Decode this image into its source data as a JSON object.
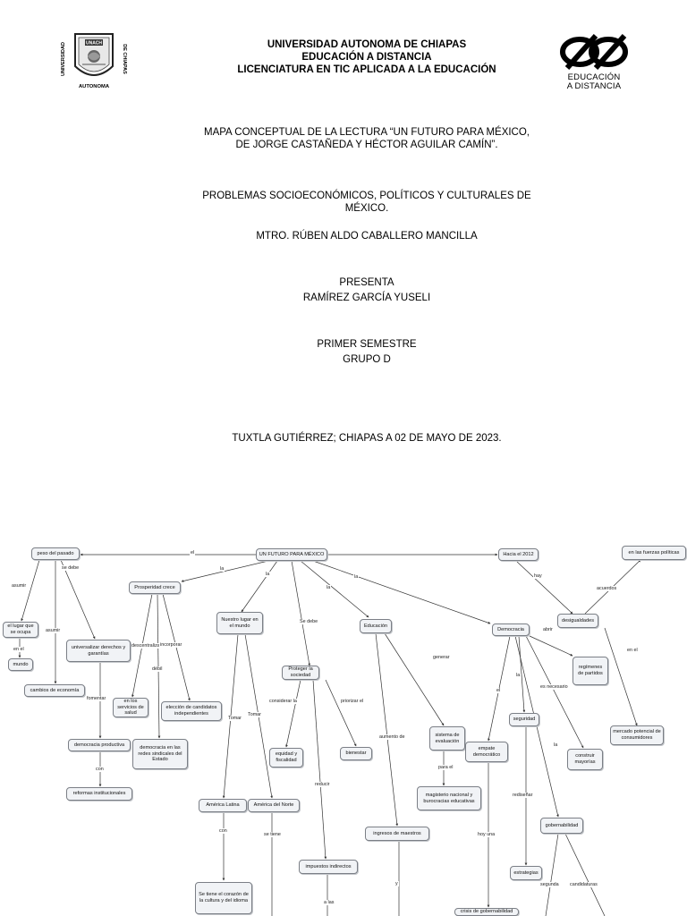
{
  "header": {
    "university_line": "UNIVERSIDAD AUTONOMA DE CHIAPAS",
    "modality_line": "EDUCACIÓN A DISTANCIA",
    "program_line": "LICENCIATURA EN TIC APLICADA A LA EDUCACIÓN",
    "logo_left": {
      "top_text": "UNIVERSIDAD",
      "right_text": "DE CHIAPAS",
      "bottom_text": "AUTONOMA",
      "badge": "UNACH"
    },
    "logo_right": {
      "line1": "EDUCACIÓN",
      "line2": "A DISTANCIA"
    }
  },
  "title": {
    "line1": "MAPA CONCEPTUAL DE LA LECTURA “UN FUTURO PARA MÉXICO,",
    "line2": "DE JORGE CASTAÑEDA Y HÉCTOR AGUILAR CAMÍN”."
  },
  "course": {
    "line1": "PROBLEMAS SOCIOECONÓMICOS, POLÍTICOS Y CULTURALES DE",
    "line2": "MÉXICO."
  },
  "teacher": "MTRO. RÚBEN ALDO CABALLERO MANCILLA",
  "presents": {
    "label": "PRESENTA",
    "name": "RAMÍREZ GARCÍA YUSELI"
  },
  "semester": {
    "line1": "PRIMER SEMESTRE",
    "line2": "GRUPO D"
  },
  "place_date": "TUXTLA GUTIÉRREZ; CHIAPAS A 02 DE MAYO DE 2023.",
  "map": {
    "nodes": {
      "root": "UN FUTURO PARA MÉXICO",
      "peso": "peso del pasado",
      "hacia2012": "Hacia el 2012",
      "fuerzas": "en las fuerzas políticas",
      "prosperidad": "Prosperidad crece",
      "lugar_mundo": "Nuestro lugar en el mundo",
      "educacion": "Educación",
      "democracia": "Democracia",
      "desigualdades": "desigualdades",
      "el_lugar": "el lugar que se ocupa",
      "mundo": "mundo",
      "universalizar": "universalizar derechos y garantías",
      "cambios": "cambios de economía",
      "servicios": "en los servicios de salud",
      "eleccion": "elección de candidatos independientes",
      "proteger": "Proteger la sociedad",
      "regimenes": "regímenes de partidos",
      "mercado": "mercado potencial de consumidores",
      "seguridad": "seguridad",
      "democracia_prod": "democracia productiva",
      "democracia_redes": "democracia en las redes sindicales del Estado",
      "equidad": "equidad y fiscalidad",
      "bienestar": "bienestar",
      "sistema_eval": "sistema de evaluación",
      "empate": "empate democrático",
      "construir": "construir mayorías",
      "reformas": "reformas institucionales",
      "magisterio": "magisterio nacional y burocracias educativas",
      "america_latina": "América Latina",
      "america_norte": "América del Norte",
      "gobernabilidad": "gobernabilidad",
      "ingresos": "ingresos de maestros",
      "impuestos": "impuestos indirectos",
      "estrategias": "estrategias",
      "corazon": "Se tiene el corazón de la cultura y del idioma",
      "crisis": "crisis de gobernabilidad"
    },
    "labels": {
      "el": "el",
      "se_debe": "se debe",
      "la1": "la",
      "la2": "la",
      "la3": "la",
      "la4": "la",
      "asumir1": "asumir",
      "asumir2": "asumir",
      "en_el": "en el",
      "hay": "hay",
      "acuerdos": "acuerdos",
      "en_el2": "en el",
      "descentralizar": "descentralizar",
      "incorporar": "incorporar",
      "debil": "débil",
      "fomentar": "fomentar",
      "con": "con",
      "tomar1": "Tomar",
      "tomar2": "Tomar",
      "se_debe2": "Se debe",
      "considerar": "considerar la",
      "priorizar": "priorizar el",
      "reducir": "reducir",
      "generar": "generar",
      "aumento": "aumento de",
      "para_el": "para el",
      "abrir": "abrir",
      "es_necesario": "es necesario",
      "el2": "el",
      "la5": "la",
      "la6": "la",
      "redisenar": "rediseñar",
      "hoy_una": "hoy una",
      "segunda": "segunda",
      "candidaturas": "candidaturas",
      "con2": "con",
      "se_tiene": "se tiene",
      "a_las": "a las",
      "y": "y"
    }
  }
}
